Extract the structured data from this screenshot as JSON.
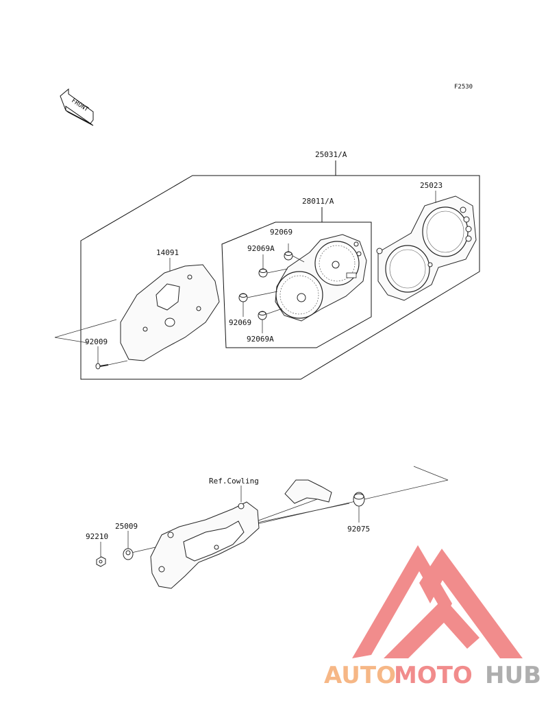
{
  "figure_code": "F2530",
  "front_label": "FRONT",
  "parts": {
    "meter_assy": "25031/A",
    "meter_case": "25023",
    "meter_cover": "14091",
    "screw": "92009",
    "meter_unit": "28011/A",
    "bulb_top": "92069",
    "bulb_a_top": "92069A",
    "bulb_bottom": "92069",
    "bulb_a_bottom": "92069A",
    "ref_cowling": "Ref.Cowling",
    "washer": "25009",
    "nut": "92210",
    "damper": "92075"
  },
  "watermark": {
    "word1": "AUTO",
    "word2": "MOTO",
    "word3": "HUB",
    "color_orange": "#f6b07a",
    "color_red": "#f08080",
    "color_gray": "#a6a6a6"
  }
}
